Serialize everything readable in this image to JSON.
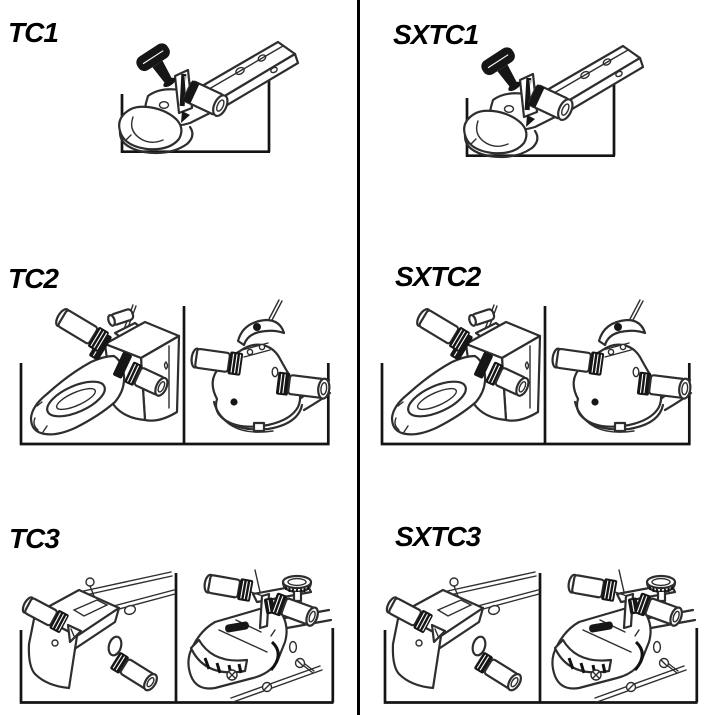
{
  "page": {
    "background_color": "#ffffff",
    "divider_color": "#000000",
    "label_color": "#000000",
    "line_art_color": "#2e2e2e"
  },
  "sections": [
    {
      "label": "TC1",
      "column": "left",
      "row": 1,
      "illustration": "trailer-ball-coupler-with-lock-pin",
      "views": 1
    },
    {
      "label": "SXTC1",
      "column": "right",
      "row": 1,
      "illustration": "trailer-ball-coupler-with-lock-pin",
      "views": 1
    },
    {
      "label": "TC2",
      "column": "left",
      "row": 2,
      "illustration": "coupler-shroud-lock-side-and-front-view",
      "views": 2
    },
    {
      "label": "SXTC2",
      "column": "right",
      "row": 2,
      "illustration": "coupler-shroud-lock-side-and-front-view",
      "views": 2
    },
    {
      "label": "TC3",
      "column": "left",
      "row": 3,
      "illustration": "channel-coupler-lock-two-views",
      "views": 2
    },
    {
      "label": "SXTC3",
      "column": "right",
      "row": 3,
      "illustration": "channel-coupler-lock-two-views",
      "views": 2
    }
  ]
}
